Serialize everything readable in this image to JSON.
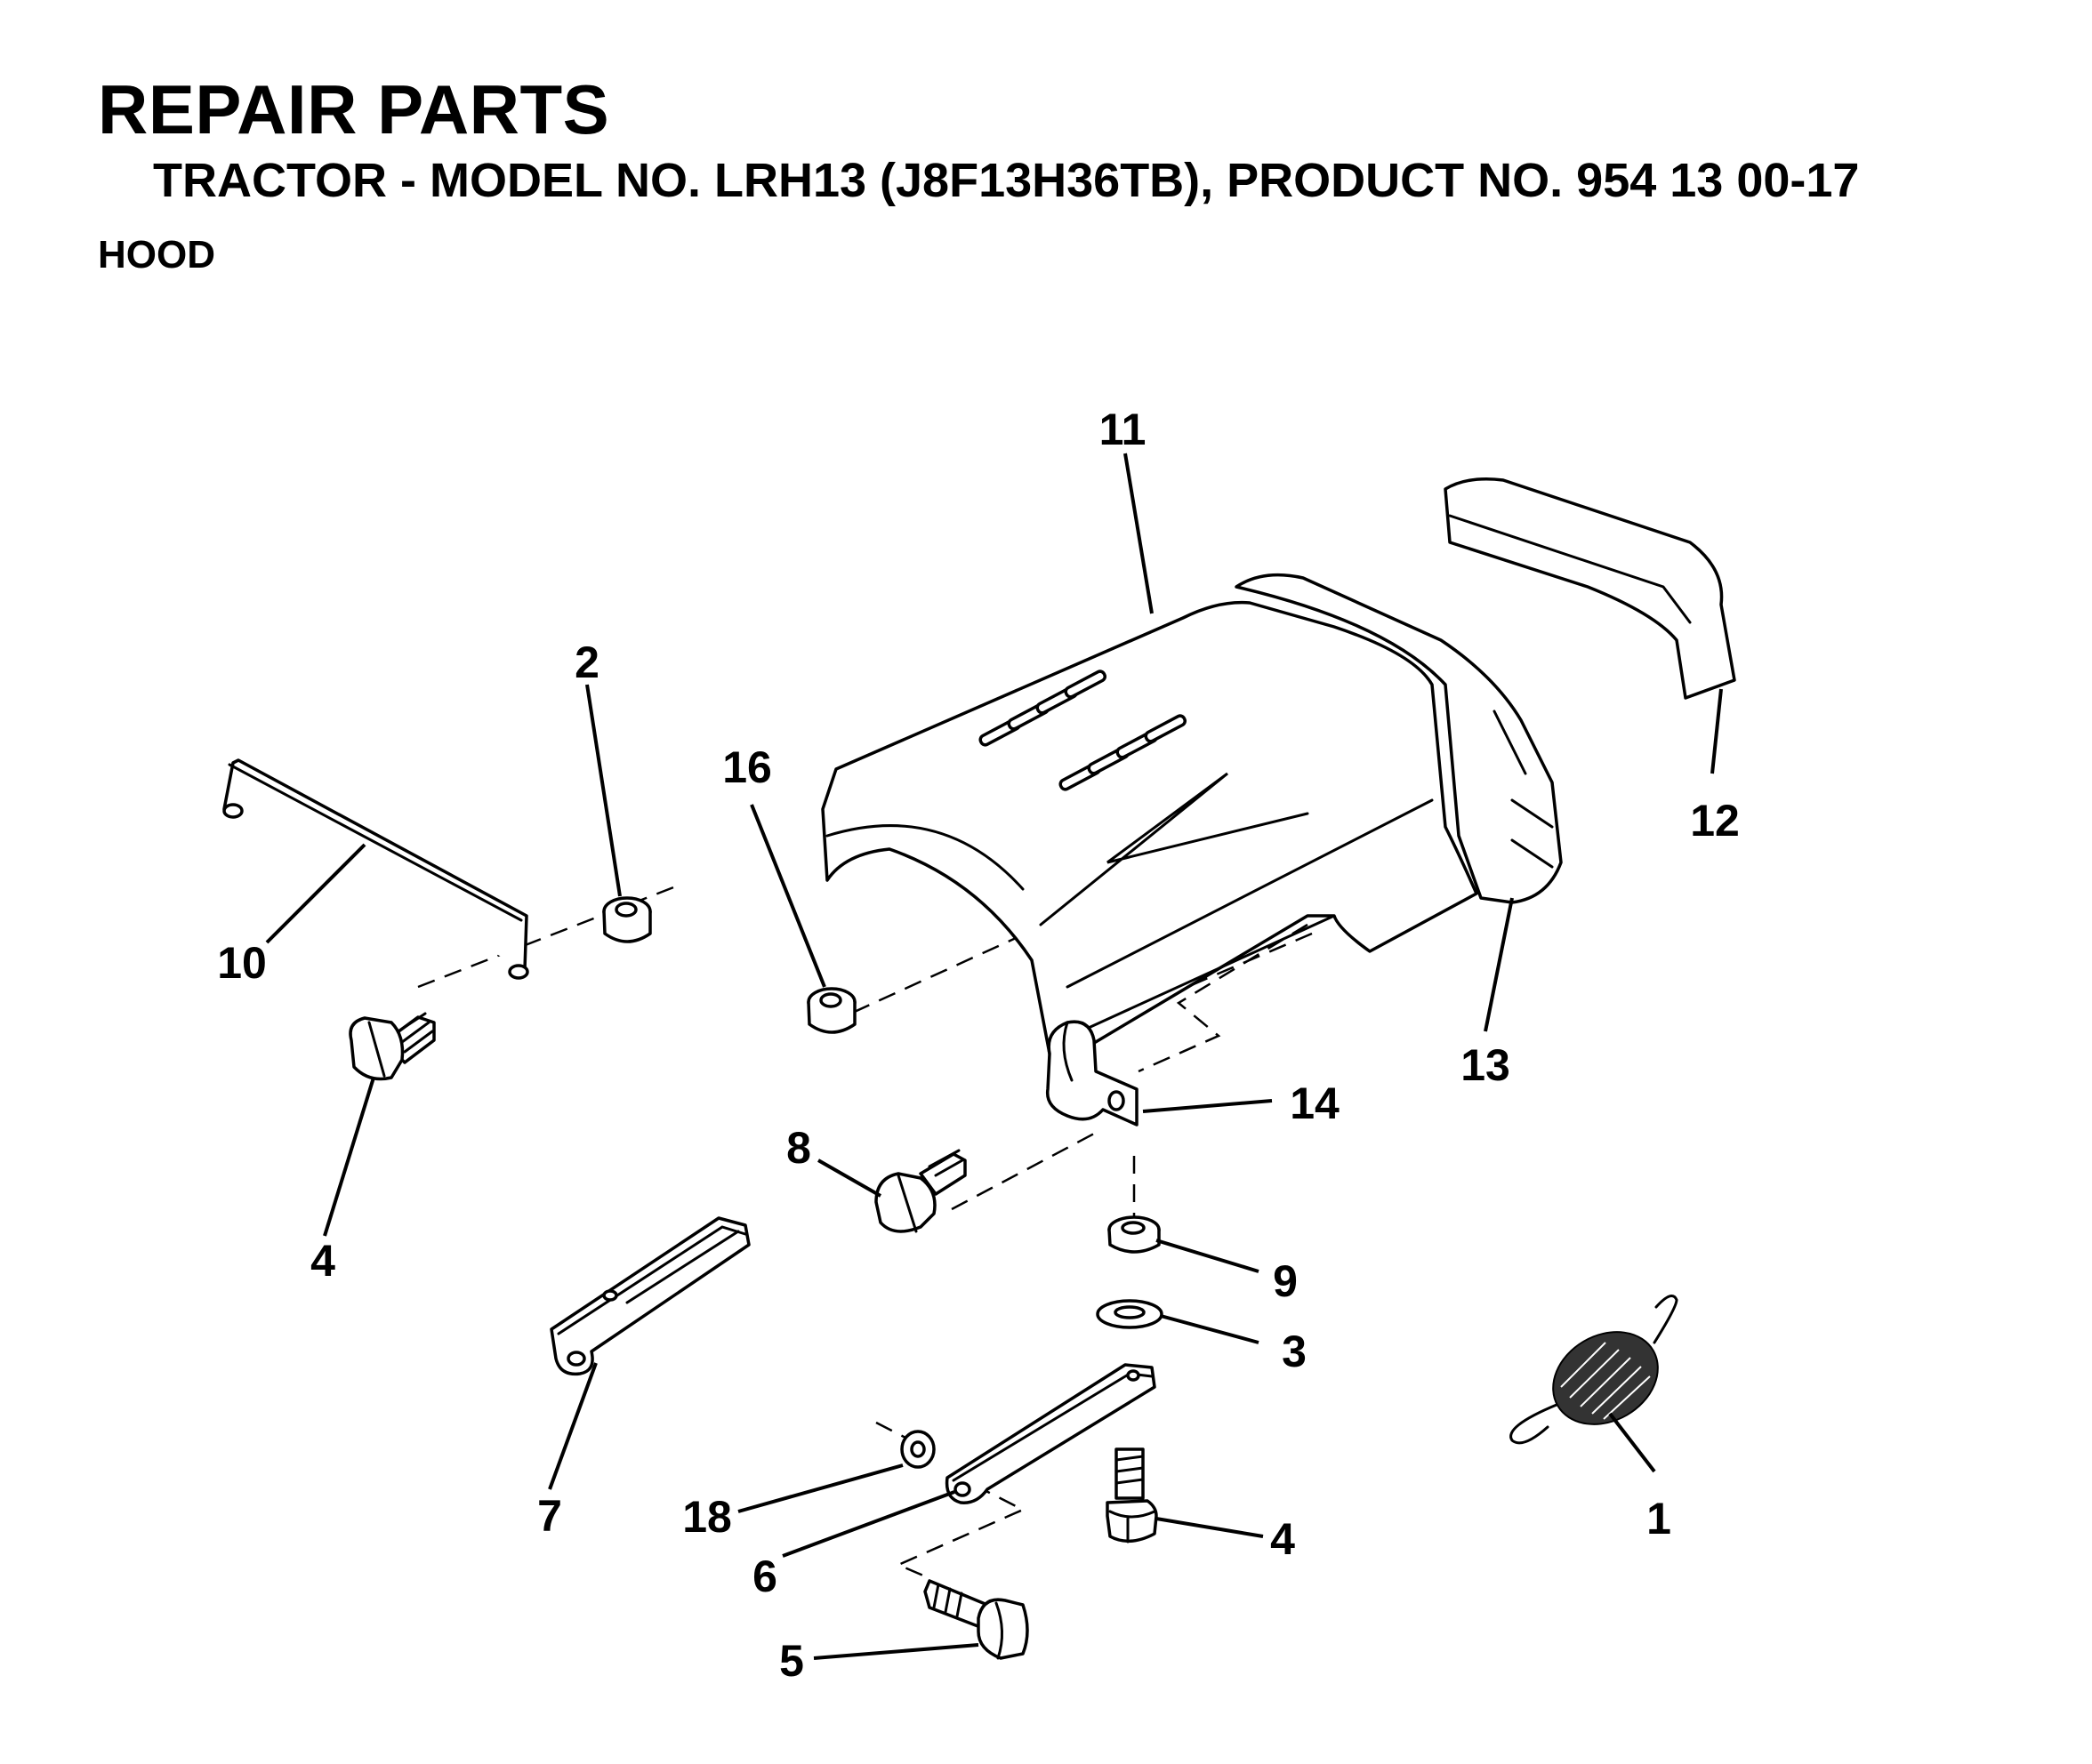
{
  "header": {
    "title": "REPAIR PARTS",
    "subtitle": "TRACTOR - MODEL NO. LRH13 (J8F13H36TB),  PRODUCT NO. 954 13 00-17",
    "section": "HOOD"
  },
  "callouts": [
    {
      "id": "c11",
      "label": "11"
    },
    {
      "id": "c12",
      "label": "12"
    },
    {
      "id": "c13",
      "label": "13"
    },
    {
      "id": "c2",
      "label": "2"
    },
    {
      "id": "c16",
      "label": "16"
    },
    {
      "id": "c10",
      "label": "10"
    },
    {
      "id": "c4a",
      "label": "4"
    },
    {
      "id": "c14",
      "label": "14"
    },
    {
      "id": "c8",
      "label": "8"
    },
    {
      "id": "c9",
      "label": "9"
    },
    {
      "id": "c3",
      "label": "3"
    },
    {
      "id": "c7",
      "label": "7"
    },
    {
      "id": "c18",
      "label": "18"
    },
    {
      "id": "c6",
      "label": "6"
    },
    {
      "id": "c4b",
      "label": "4"
    },
    {
      "id": "c1",
      "label": "1"
    },
    {
      "id": "c5",
      "label": "5"
    }
  ]
}
